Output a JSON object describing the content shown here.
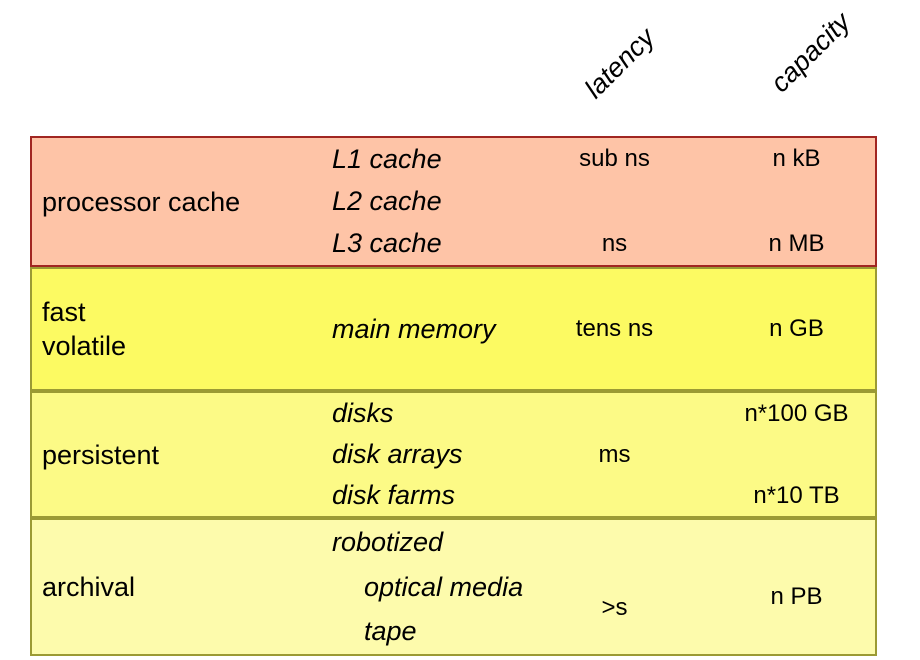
{
  "header": {
    "latency_label": "latency",
    "capacity_label": "capacity"
  },
  "colors": {
    "background": "#ffffff",
    "text": "#000000",
    "processor_cache_fill": "#fec4a7",
    "processor_cache_border": "#a12622",
    "fast_volatile_fill": "#fcfa62",
    "persistent_fill": "#fcfa86",
    "archival_fill": "#fdfbac",
    "yellow_row_border": "#9b9a34"
  },
  "rows": [
    {
      "category_lines": [
        "processor cache"
      ],
      "devices": [
        "L1 cache",
        "L2 cache",
        "L3 cache"
      ],
      "latency_top": "sub ns",
      "latency_bottom": "ns",
      "capacity_top": "n kB",
      "capacity_bottom": "n MB"
    },
    {
      "category_lines": [
        "fast",
        "volatile"
      ],
      "devices": [
        "main memory"
      ],
      "latency": "tens ns",
      "capacity": "n GB"
    },
    {
      "category_lines": [
        "persistent"
      ],
      "devices": [
        "disks",
        "disk arrays",
        "disk farms"
      ],
      "latency": "ms",
      "capacity_top": "n*100 GB",
      "capacity_bottom": "n*10 TB"
    },
    {
      "category_lines": [
        "archival"
      ],
      "devices": [
        "robotized",
        "optical media",
        "tape"
      ],
      "latency": ">s",
      "capacity": "n PB"
    }
  ]
}
